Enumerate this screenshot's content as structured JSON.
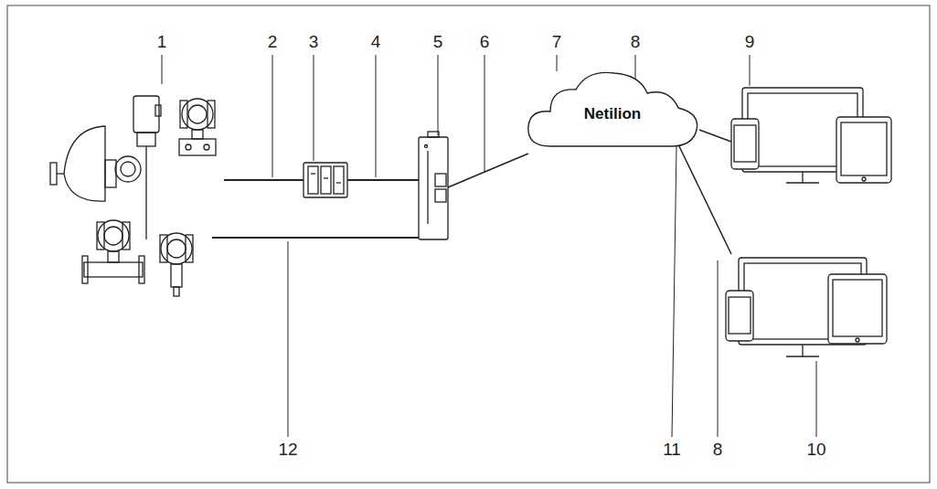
{
  "diagram": {
    "nodes": [
      {
        "text": [
          "Netilion"
        ]
      }
    ],
    "labels": [
      "1",
      "2",
      "3",
      "4",
      "5",
      "6",
      "7",
      "8",
      "9",
      "12",
      "11",
      "8",
      "10"
    ]
  }
}
